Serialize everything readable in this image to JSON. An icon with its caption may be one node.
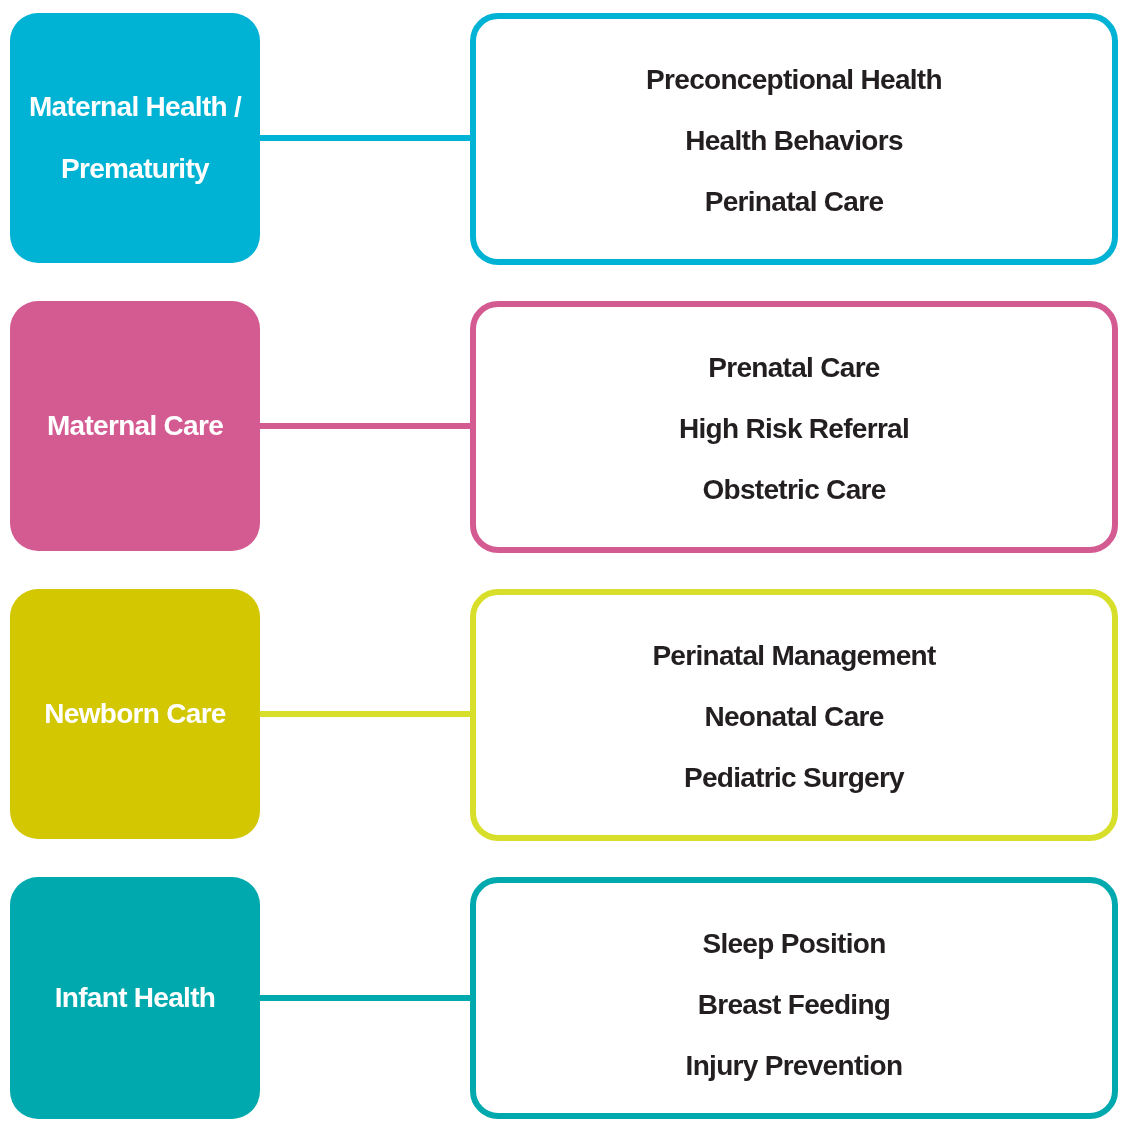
{
  "diagram": {
    "nodes": [
      {
        "text": [
          "Maternal Health / Prematurity"
        ]
      },
      {
        "text": [
          "Preconceptional Health",
          "Health Behaviors",
          "Perinatal Care"
        ]
      },
      {
        "text": [
          "Maternal Care"
        ]
      },
      {
        "text": [
          "Prenatal Care",
          "High Risk Referral",
          "Obstetric Care"
        ]
      },
      {
        "text": [
          "Newborn Care"
        ]
      },
      {
        "text": [
          "Perinatal Management",
          "Neonatal Care",
          "Pediatric Surgery"
        ]
      },
      {
        "text": [
          "Infant Health"
        ]
      },
      {
        "text": [
          "Sleep Position",
          "Breast Feeding",
          "Injury Prevention"
        ]
      }
    ],
    "edges": [
      {
        "from": 0,
        "to": 1,
        "arrow": "none",
        "color": "#00b2d3"
      },
      {
        "from": 2,
        "to": 3,
        "arrow": "none",
        "color": "#d45a92"
      },
      {
        "from": 4,
        "to": 5,
        "arrow": "none",
        "color": "#d8df2a"
      },
      {
        "from": 6,
        "to": 7,
        "arrow": "none",
        "color": "#00a9ad"
      }
    ]
  }
}
